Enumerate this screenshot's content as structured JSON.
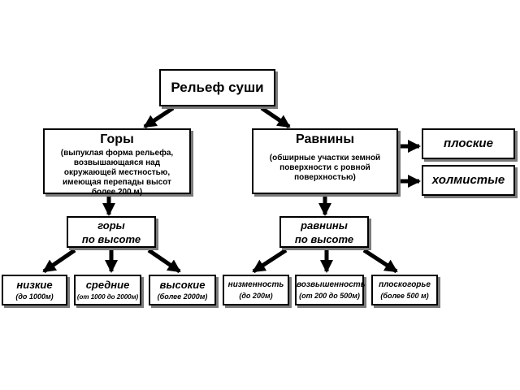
{
  "root": {
    "title": "Рельеф суши"
  },
  "mountains": {
    "title": "Горы",
    "description": "(выпуклая форма рельефа, возвышающаяся над окружающей местностью, имеющая перепады высот более 200 м)",
    "by_height": {
      "line1": "горы",
      "line2": "по высоте"
    },
    "types": [
      {
        "name": "низкие",
        "range": "(до 1000м)"
      },
      {
        "name": "средние",
        "range": "(от 1000 до 2000м)"
      },
      {
        "name": "высокие",
        "range": "(более 2000м)"
      }
    ]
  },
  "plains": {
    "title": "Равнины",
    "description": "(обширные участки земной поверхности с ровной поверхностью)",
    "by_height": {
      "line1": "равнины",
      "line2": "по высоте"
    },
    "shape_types": [
      "плоские",
      "холмистые"
    ],
    "types": [
      {
        "name": "низменность",
        "range": "(до 200м)"
      },
      {
        "name": "возвышенность",
        "range": "(от 200 до 500м)"
      },
      {
        "name": "плоскогорье",
        "range": "(более 500 м)"
      }
    ]
  }
}
